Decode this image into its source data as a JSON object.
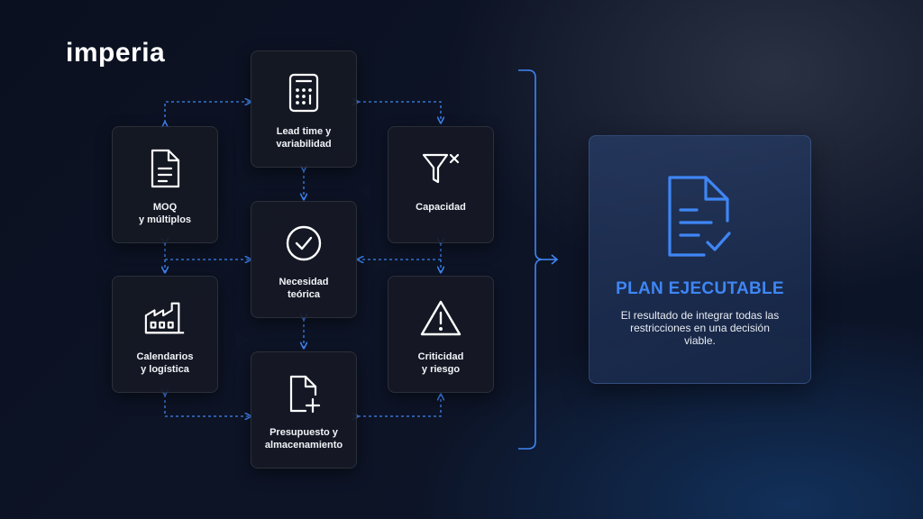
{
  "brand": {
    "logo_text": "imperia"
  },
  "colors": {
    "accent": "#3f86f5",
    "card": "#161924",
    "text": "#ffffff"
  },
  "nodes": [
    {
      "key": "lead",
      "label": "Lead time y\nvariabilidad",
      "icon": "calculator-icon"
    },
    {
      "key": "moq",
      "label": "MOQ\ny múltiplos",
      "icon": "document-icon"
    },
    {
      "key": "cap",
      "label": "Capacidad",
      "icon": "filter-x-icon"
    },
    {
      "key": "nec",
      "label": "Necesidad\nteórica",
      "icon": "check-circle-icon"
    },
    {
      "key": "cal",
      "label": "Calendarios\ny logística",
      "icon": "factory-icon"
    },
    {
      "key": "crit",
      "label": "Criticidad\ny riesgo",
      "icon": "warning-icon"
    },
    {
      "key": "pres",
      "label": "Presupuesto y\nalmacenamiento",
      "icon": "file-plus-icon"
    }
  ],
  "result": {
    "title": "PLAN EJECUTABLE",
    "description": "El resultado de integrar todas las restricciones en una decisión viable.",
    "icon": "document-check-icon"
  }
}
